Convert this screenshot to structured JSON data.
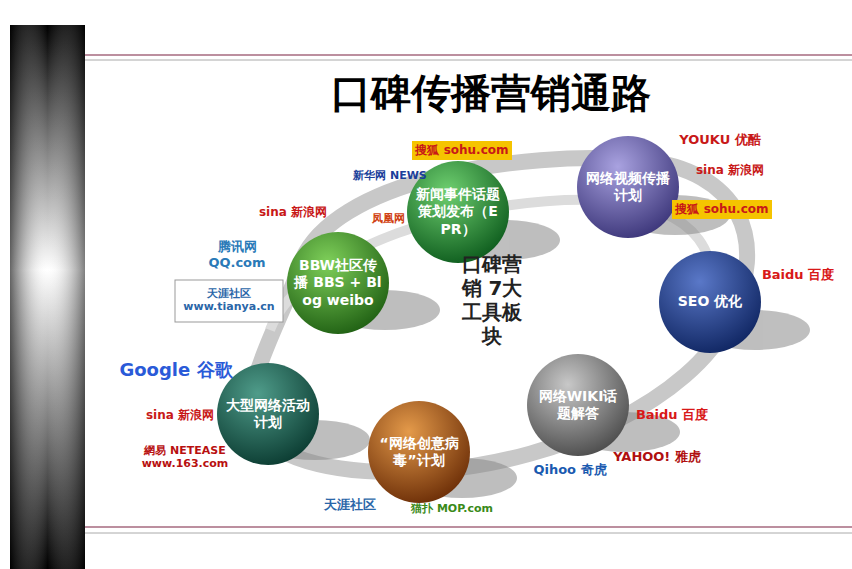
{
  "diagram": {
    "title": "口碑传播营销通路",
    "nodes": [
      {
        "text": [
          "BBW社区传播 BBS + Blog weibo"
        ]
      },
      {
        "text": [
          "新闻事件话题策划发布（EPR）"
        ]
      },
      {
        "text": [
          "网络视频传播计划"
        ]
      },
      {
        "text": [
          "SEO 优化"
        ]
      },
      {
        "text": [
          "网络WIKI话题解答"
        ]
      },
      {
        "text": [
          "“网络创意病毒”计划"
        ]
      },
      {
        "text": [
          "大型网络活动计划"
        ]
      }
    ],
    "labels": [
      "口碑营销 7大工具板块",
      "搜狐 sohu.com",
      "新华网 NEWS",
      "凤凰网",
      "sina 新浪网",
      "腾讯网 QQ.com",
      "天涯社区 www.tianya.cn",
      "YOUKU 优酷",
      "sina 新浪网",
      "搜狐 sohu.com",
      "Baidu 百度",
      "Google 谷歌",
      "sina 新浪网",
      "網易 NETEASE www.163.com",
      "天涯社区",
      "猫扑 MOP.com",
      "Qihoo 奇虎",
      "Baidu 百度",
      "YAHOO! 雅虎"
    ]
  }
}
